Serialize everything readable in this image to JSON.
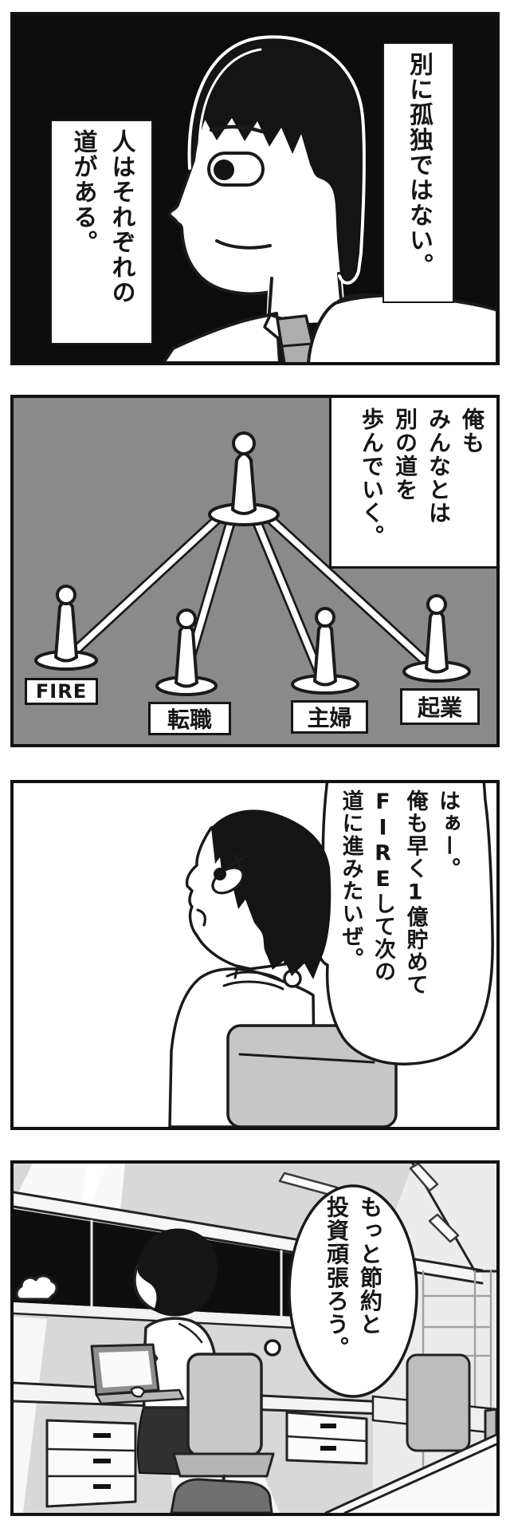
{
  "comic": {
    "p1": {
      "caption_right": "別に孤独ではない。",
      "caption_left": "人はそれぞれの\n道がある。"
    },
    "p2": {
      "caption": "俺も\nみんなとは\n別の道を\n歩んでいく。",
      "labels": [
        "FIRE",
        "転職",
        "主婦",
        "起業"
      ]
    },
    "p3": {
      "thought": "はぁー。\n俺も早く1億貯めて\nFIREして次の\n道に進みたいぜ。"
    },
    "p4": {
      "thought": "もっと節約と\n投資頑張ろう。"
    },
    "colors": {
      "ink": "#1a1a1a",
      "panel1_bg": "#0c0c0c",
      "panel2_bg": "#8a8a8a",
      "panel4_bg": "#d8d8d8",
      "tie_gray": "#adadad",
      "chair_gray": "#c6c6c6"
    }
  }
}
